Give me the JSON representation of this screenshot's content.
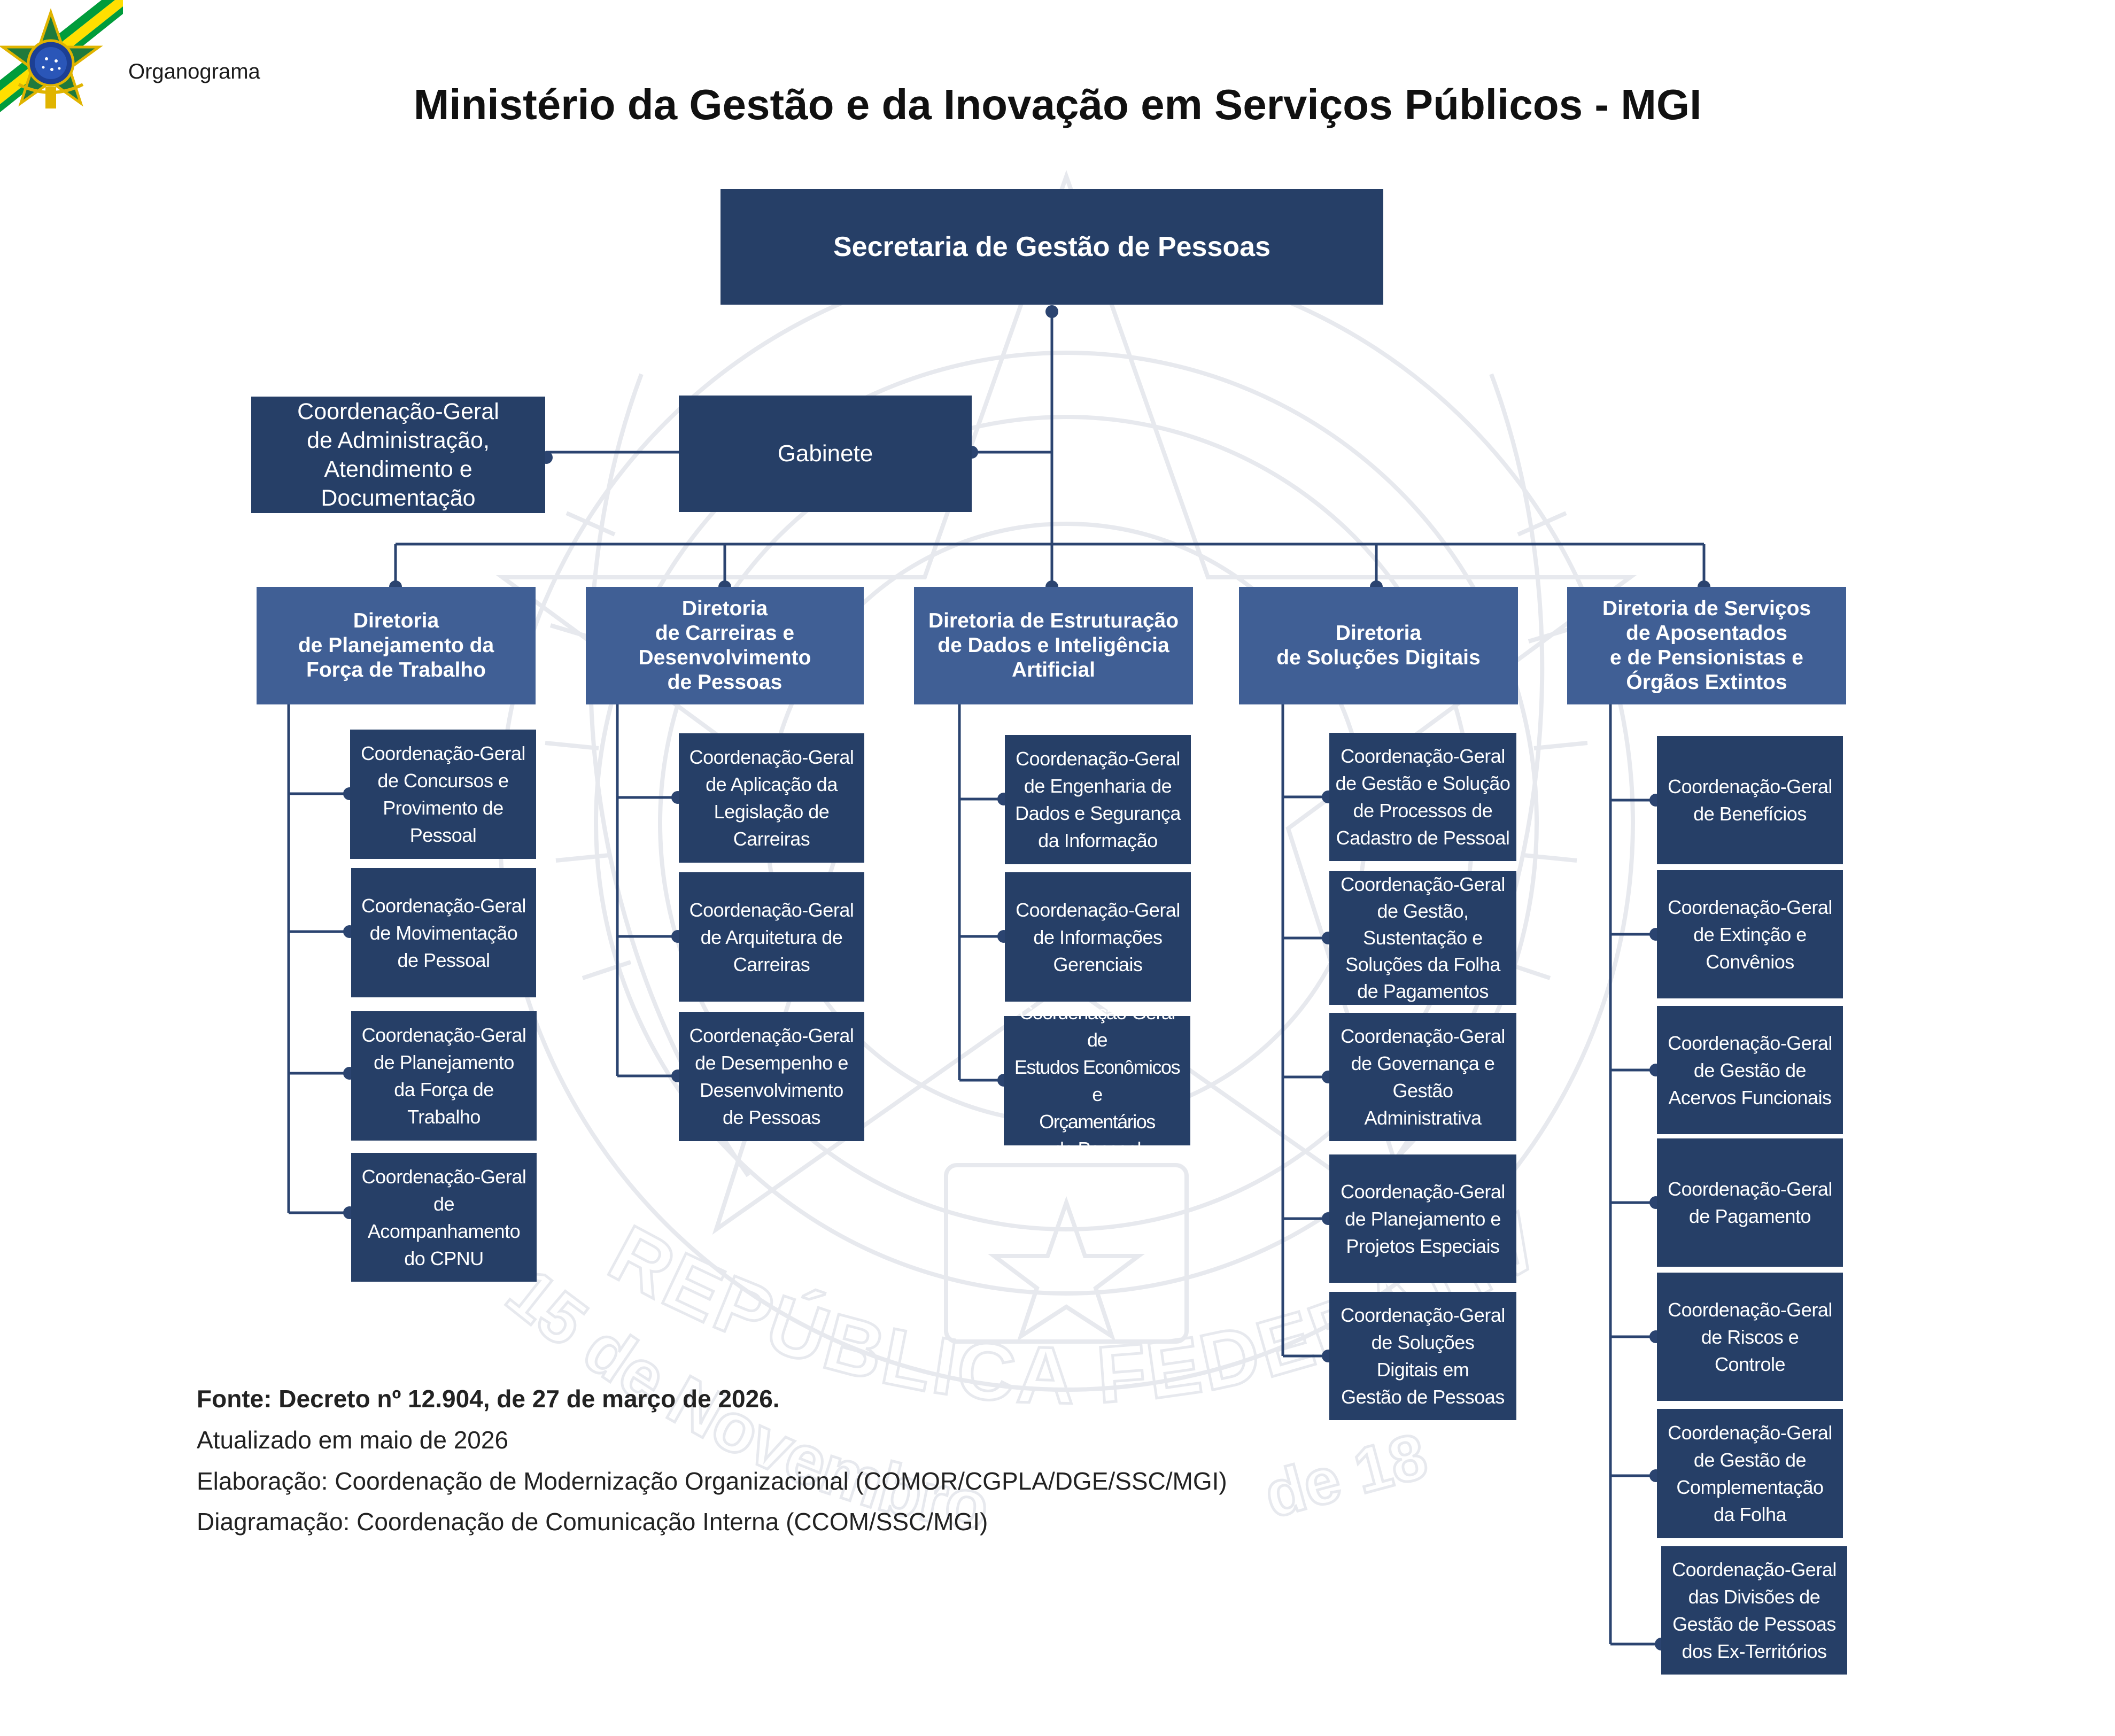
{
  "header": {
    "label": "Organograma",
    "title": "Ministério da Gestão e da Inovação em Serviços Públicos - MGI",
    "flag_colors": {
      "green": "#009c3b",
      "yellow": "#ffdf00",
      "blue": "#1c3f94"
    }
  },
  "colors": {
    "dark_box": "#263f67",
    "mid_box": "#405f95",
    "connector": "#2b4470"
  },
  "watermark": {
    "arc_text_1": "REPÚBLICA FEDERATIVA DO",
    "arc_text_2": "15 de Novembro",
    "arc_text_3": "de 18"
  },
  "root": {
    "label": "Secretaria de Gestão de Pessoas"
  },
  "gabinete": {
    "label": "Gabinete"
  },
  "side_unit": {
    "label": "Coordenação-Geral\nde Administração,\nAtendimento e\nDocumentação"
  },
  "directorates": [
    {
      "label": "Diretoria\nde Planejamento da\nForça de Trabalho",
      "units": [
        "Coordenação-Geral\nde Concursos e\nProvimento de\nPessoal",
        "Coordenação-Geral\nde Movimentação\nde Pessoal",
        "Coordenação-Geral\nde Planejamento\nda Força de\nTrabalho",
        "Coordenação-Geral de\nAcompanhamento\ndo CPNU"
      ]
    },
    {
      "label": "Diretoria\nde Carreiras e\nDesenvolvimento\nde Pessoas",
      "units": [
        "Coordenação-Geral\nde Aplicação da\nLegislação de\nCarreiras",
        "Coordenação-Geral\nde Arquitetura de\nCarreiras",
        "Coordenação-Geral\nde Desempenho e\nDesenvolvimento\nde Pessoas"
      ]
    },
    {
      "label": "Diretoria de Estruturação\nde Dados e Inteligência\nArtificial",
      "units": [
        "Coordenação-Geral\nde Engenharia de\nDados e Segurança\nda Informação",
        "Coordenação-Geral\nde Informações\nGerenciais",
        "Coordenação-Geral de\nEstudos Econômicos e\nOrçamentários\nde Pessoal"
      ]
    },
    {
      "label": "Diretoria\nde Soluções Digitais",
      "units": [
        "Coordenação-Geral\nde Gestão e Solução\nde Processos de\nCadastro de Pessoal",
        "Coordenação-Geral\nde Gestão,\nSustentação e\nSoluções da Folha\nde Pagamentos",
        "Coordenação-Geral\nde Governança e\nGestão\nAdministrativa",
        "Coordenação-Geral\nde Planejamento e\nProjetos Especiais",
        "Coordenação-Geral\nde Soluções\nDigitais em\nGestão de Pessoas"
      ]
    },
    {
      "label": "Diretoria de Serviços\nde Aposentados\ne de Pensionistas e\nÓrgãos Extintos",
      "units": [
        "Coordenação-Geral\nde Benefícios",
        "Coordenação-Geral\nde Extinção e\nConvênios",
        "Coordenação-Geral\nde Gestão de\nAcervos Funcionais",
        "Coordenação-Geral\nde Pagamento",
        "Coordenação-Geral\nde Riscos e\nControle",
        "Coordenação-Geral\nde Gestão de\nComplementação\nda Folha",
        "Coordenação-Geral\ndas Divisões de\nGestão de Pessoas\ndos Ex-Territórios"
      ]
    }
  ],
  "footer": {
    "source": "Fonte:  Decreto nº 12.904, de 27 de março de 2026.",
    "updated": "Atualizado em maio de 2026",
    "prepared": "Elaboração: Coordenação de Modernização Organizacional (COMOR/CGPLA/DGE/SSC/MGI)",
    "layout": "Diagramação:  Coordenação de Comunicação Interna (CCOM/SSC/MGI)"
  }
}
